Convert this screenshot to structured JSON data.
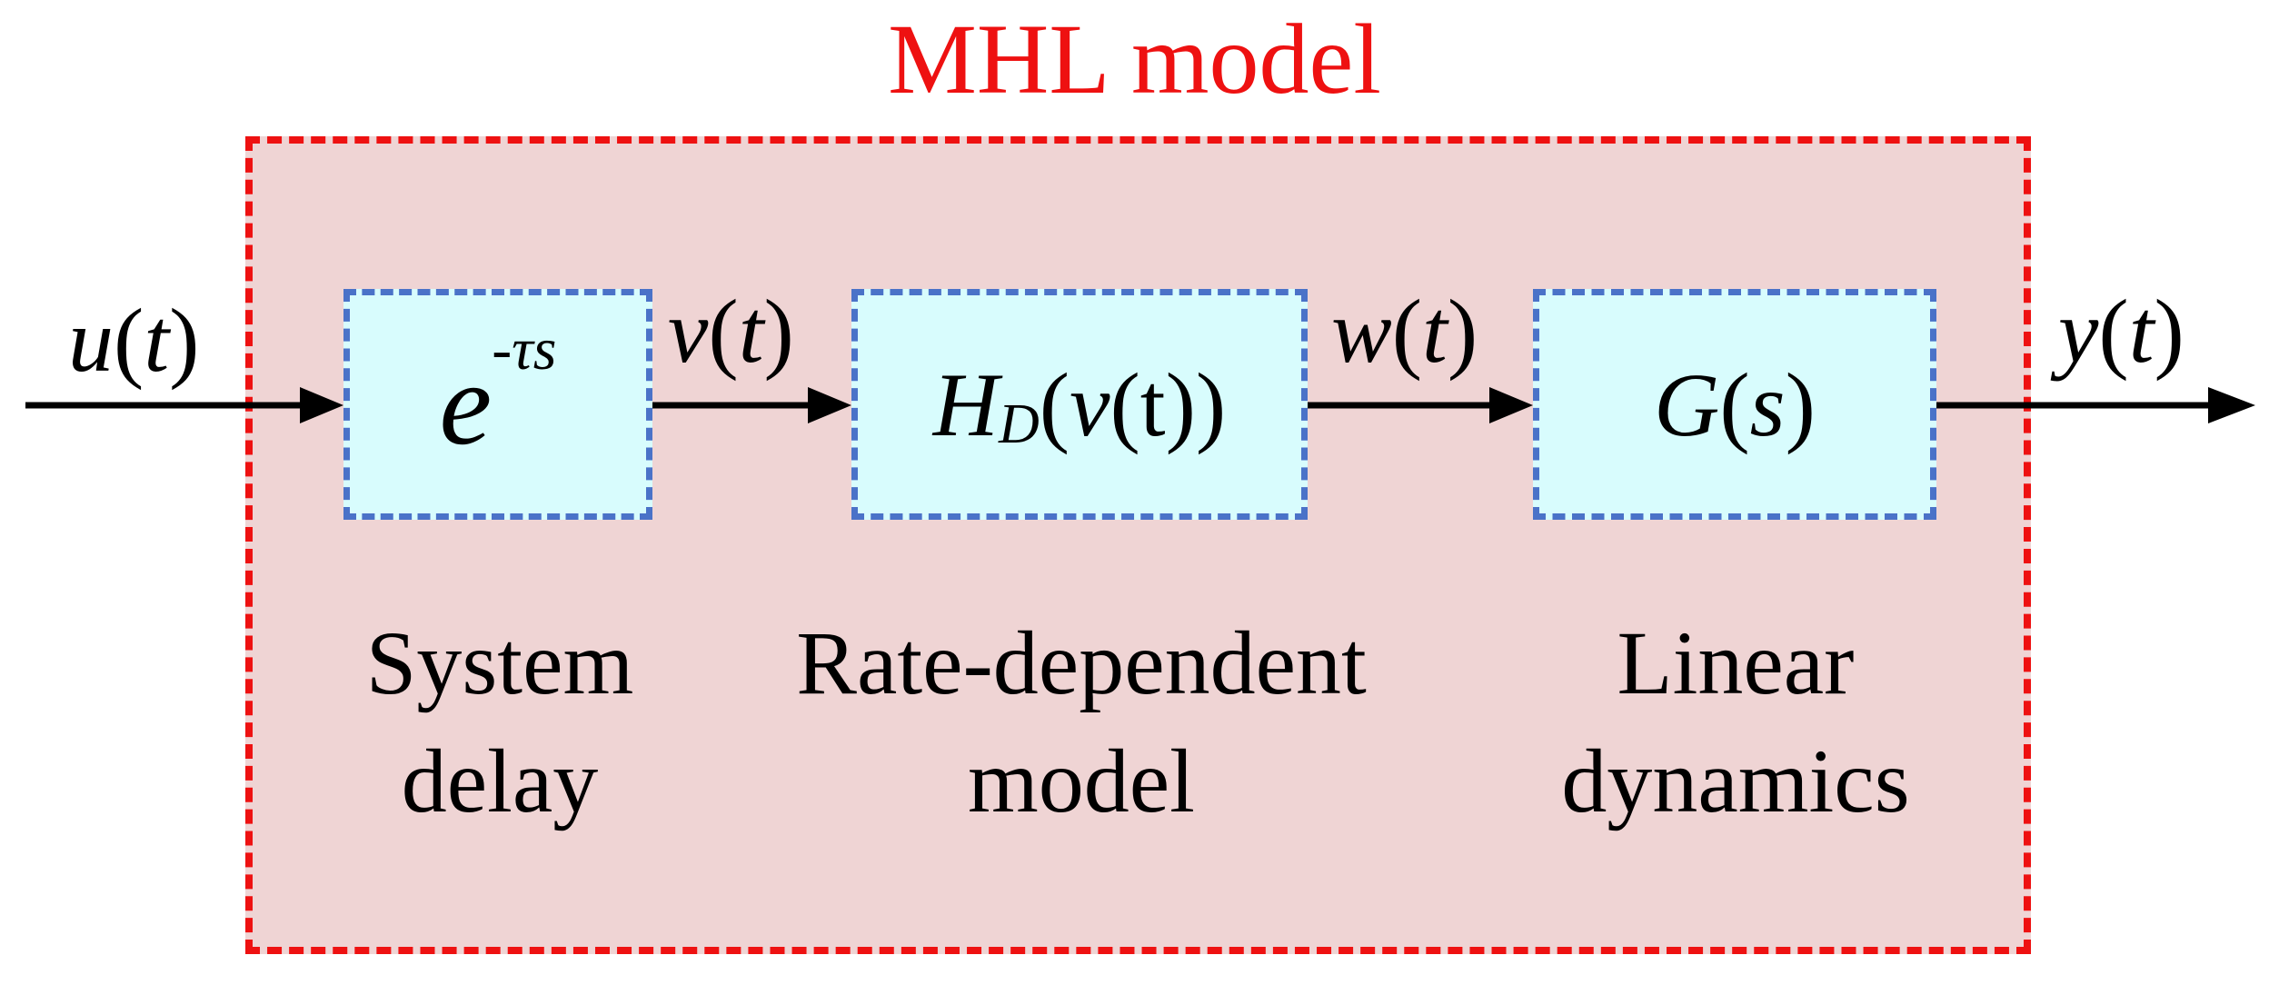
{
  "title": "MHL model",
  "colors": {
    "outer_border": "#ee1111",
    "outer_fill": "#efd4d4",
    "block_border": "#4a72c8",
    "block_fill": "#d8fcfd",
    "title": "#ee1111",
    "arrow": "#000000"
  },
  "signals": {
    "input": {
      "name": "u",
      "arg": "t"
    },
    "v": {
      "name": "v",
      "arg": "t"
    },
    "w": {
      "name": "w",
      "arg": "t"
    },
    "output": {
      "name": "y",
      "arg": "t"
    }
  },
  "blocks": {
    "delay": {
      "base": "e",
      "exponent": "-τs",
      "caption_line1": "System",
      "caption_line2": "delay"
    },
    "rate_dependent": {
      "func": "H",
      "subscript": "D",
      "arg_open": "(",
      "arg_var": "v",
      "arg_inner": "(t)",
      "arg_close": ")",
      "caption_line1": "Rate-dependent",
      "caption_line2": "model"
    },
    "linear": {
      "func": "G",
      "var": "s",
      "caption_line1": "Linear",
      "caption_line2": "dynamics"
    }
  }
}
